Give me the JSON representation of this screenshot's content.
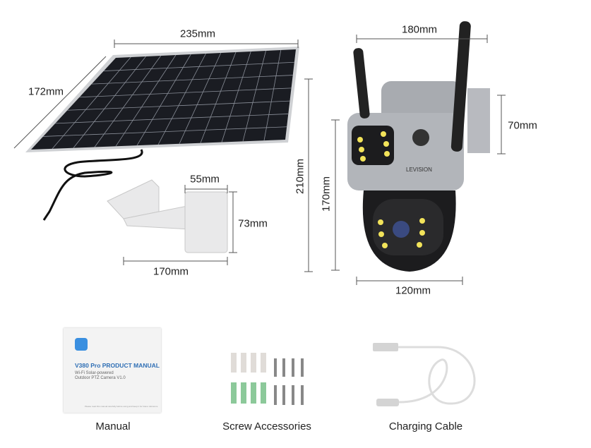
{
  "solar_panel": {
    "width": "235mm",
    "height": "172mm"
  },
  "bracket": {
    "top_width": "55mm",
    "height": "73mm",
    "length": "170mm"
  },
  "camera": {
    "top_width": "180mm",
    "total_height": "210mm",
    "body_height": "170mm",
    "mount_height": "70mm",
    "base_width": "120mm",
    "brand": "LEVISION"
  },
  "manual": {
    "title": "V380 Pro PRODUCT MANUAL",
    "subtitle_1": "Wi-Fi Solar-powered",
    "subtitle_2": "Outdoor PTZ Camera V1.0",
    "footer": "Please read this manual carefully before using and keep it for future reference"
  },
  "accessories": [
    {
      "label": "Manual"
    },
    {
      "label": "Screw Accessories"
    },
    {
      "label": "Charging Cable"
    }
  ],
  "colors": {
    "panel": "#1a1c22",
    "frame": "#d8d8d8",
    "camera_silver": "#a8abb0",
    "camera_black": "#1c1c1e",
    "led": "#f2e35a"
  }
}
